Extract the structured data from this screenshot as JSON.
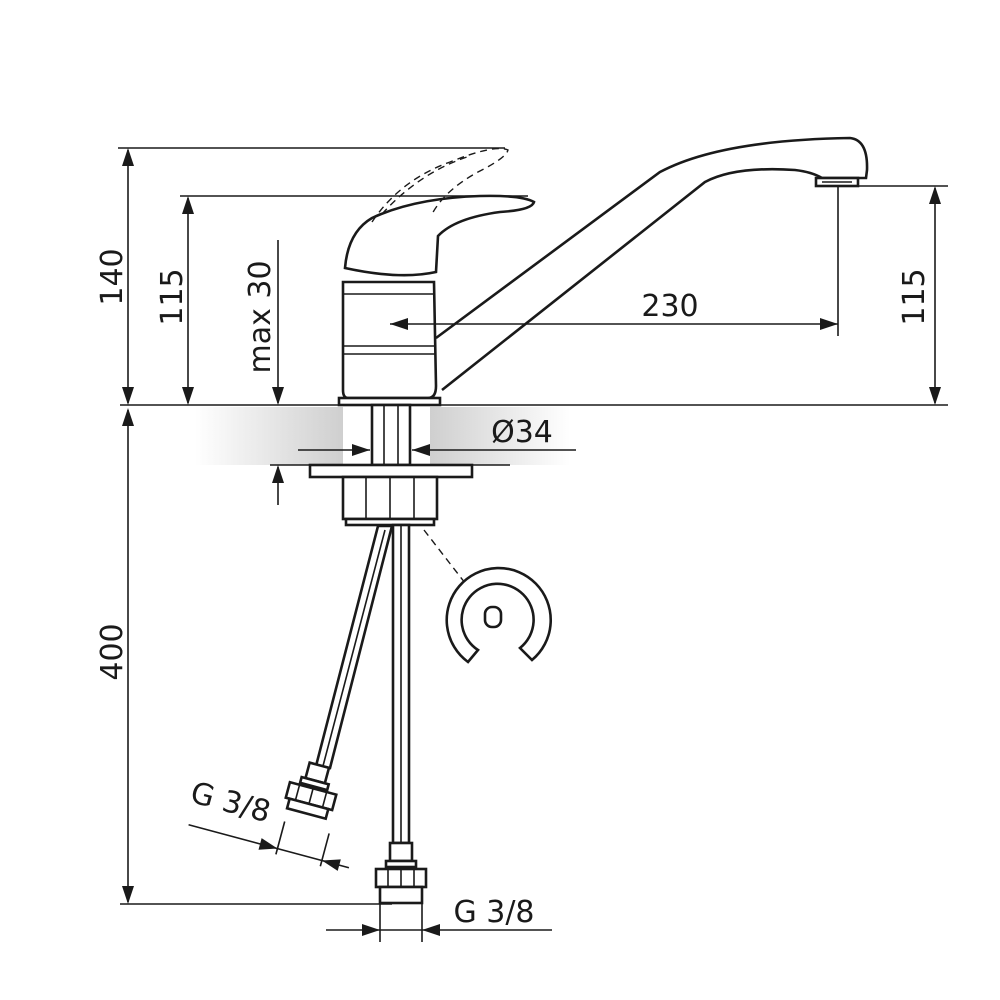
{
  "dimensions": {
    "total_height": "140",
    "lever_height": "115",
    "max_counter_thickness": "max 30",
    "spout_reach": "230",
    "spout_height": "115",
    "base_diameter": "Ø34",
    "hose_length": "400",
    "hose_connection_left": "G 3/8",
    "hose_connection_right": "G 3/8"
  },
  "colors": {
    "line": "#1a1a1a",
    "counter_shade": "#cfcfcf"
  }
}
